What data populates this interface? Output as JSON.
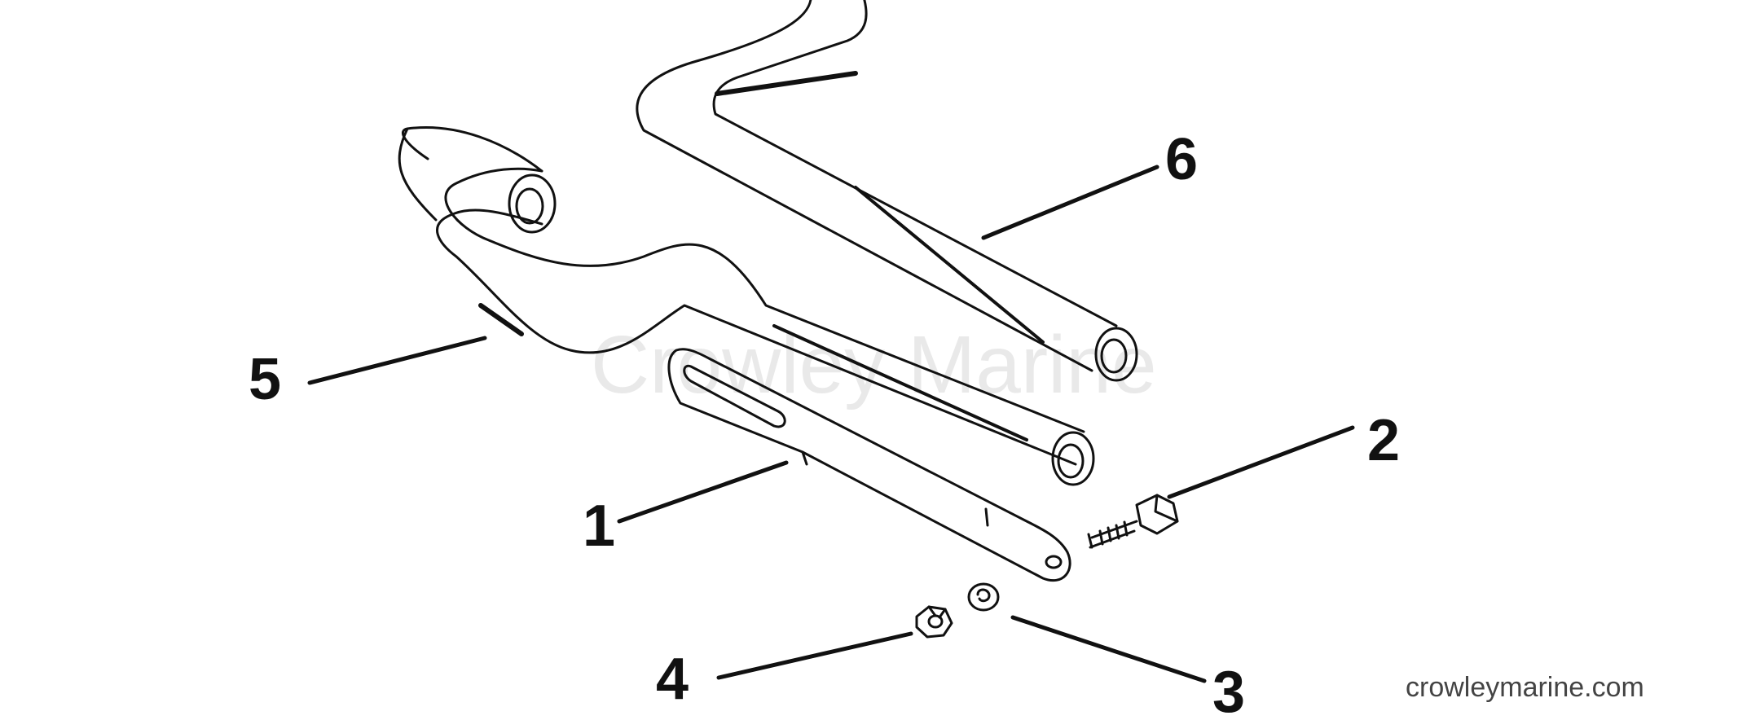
{
  "diagram": {
    "watermark": "Crowley Marine",
    "site_label": "crowleymarine.com",
    "callouts": [
      {
        "id": "1",
        "part": "bracket"
      },
      {
        "id": "2",
        "part": "screw"
      },
      {
        "id": "3",
        "part": "lock-washer"
      },
      {
        "id": "4",
        "part": "nut"
      },
      {
        "id": "5",
        "part": "tube-lower"
      },
      {
        "id": "6",
        "part": "tube-upper"
      }
    ]
  },
  "colors": {
    "line": "#111111",
    "watermark": "#e9e9e9",
    "background": "#ffffff"
  }
}
